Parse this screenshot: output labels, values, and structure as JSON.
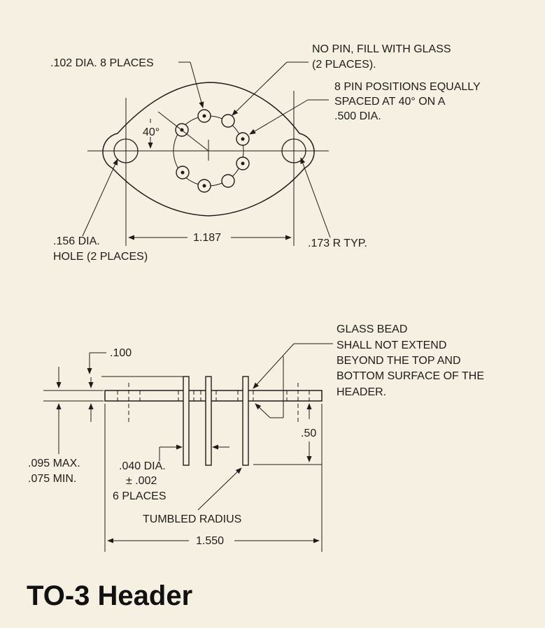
{
  "title": "TO-3 Header",
  "top_view": {
    "pin_hole_callout": ".102 DIA. 8 PLACES",
    "no_pin_line1": "NO PIN, FILL WITH GLASS",
    "no_pin_line2": "(2 PLACES).",
    "spacing_line1": "8 PIN POSITIONS EQUALLY",
    "spacing_line2": "SPACED AT 40° ON A",
    "spacing_line3": ".500 DIA.",
    "angle": "40°",
    "mount_hole_line1": ".156 DIA.",
    "mount_hole_line2": "HOLE (2 PLACES)",
    "hole_spacing": "1.187",
    "radius": ".173 R TYP."
  },
  "side_view": {
    "pin_length_dim": ".100",
    "glass_line1": "GLASS BEAD",
    "glass_line2": "SHALL NOT EXTEND",
    "glass_line3": "BEYOND THE TOP AND",
    "glass_line4": "BOTTOM SURFACE OF THE",
    "glass_line5": "HEADER.",
    "thickness_max": ".095 MAX.",
    "thickness_min": ".075 MIN.",
    "pin_dia_line1": ".040 DIA.",
    "pin_dia_line2": "± .002",
    "pin_dia_line3": "6 PLACES",
    "height_dim": ".50",
    "tumbled": "TUMBLED RADIUS",
    "overall_width": "1.550"
  }
}
